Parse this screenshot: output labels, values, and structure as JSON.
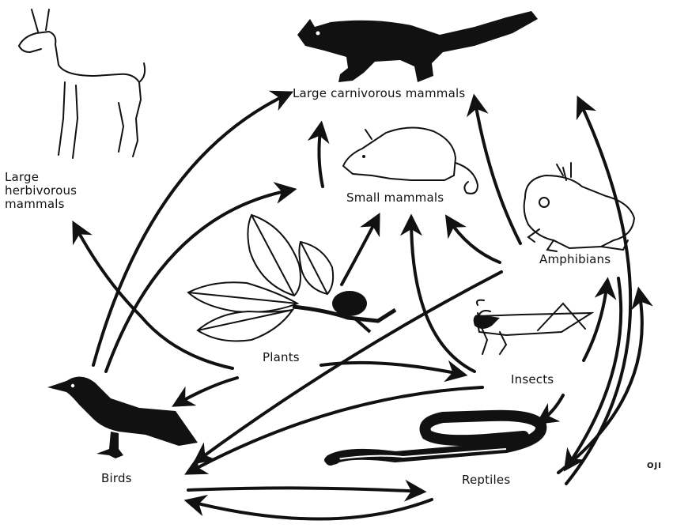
{
  "nodes": {
    "large_carnivorous_mammals": "Large carnivorous mammals",
    "large_herbivorous_mammals_line1": "Large",
    "large_herbivorous_mammals_line2": "herbivorous",
    "large_herbivorous_mammals_line3": "mammals",
    "small_mammals": "Small mammals",
    "amphibians": "Amphibians",
    "plants": "Plants",
    "insects": "Insects",
    "birds": "Birds",
    "reptiles": "Reptiles"
  },
  "signature": "OJI",
  "icons": [
    "gazelle-icon",
    "fox-icon",
    "opossum-icon",
    "frog-icon",
    "leaf-branch-icon",
    "grasshopper-icon",
    "crow-icon",
    "snake-icon"
  ],
  "colors": {
    "ink": "#111111",
    "paper": "#ffffff"
  }
}
